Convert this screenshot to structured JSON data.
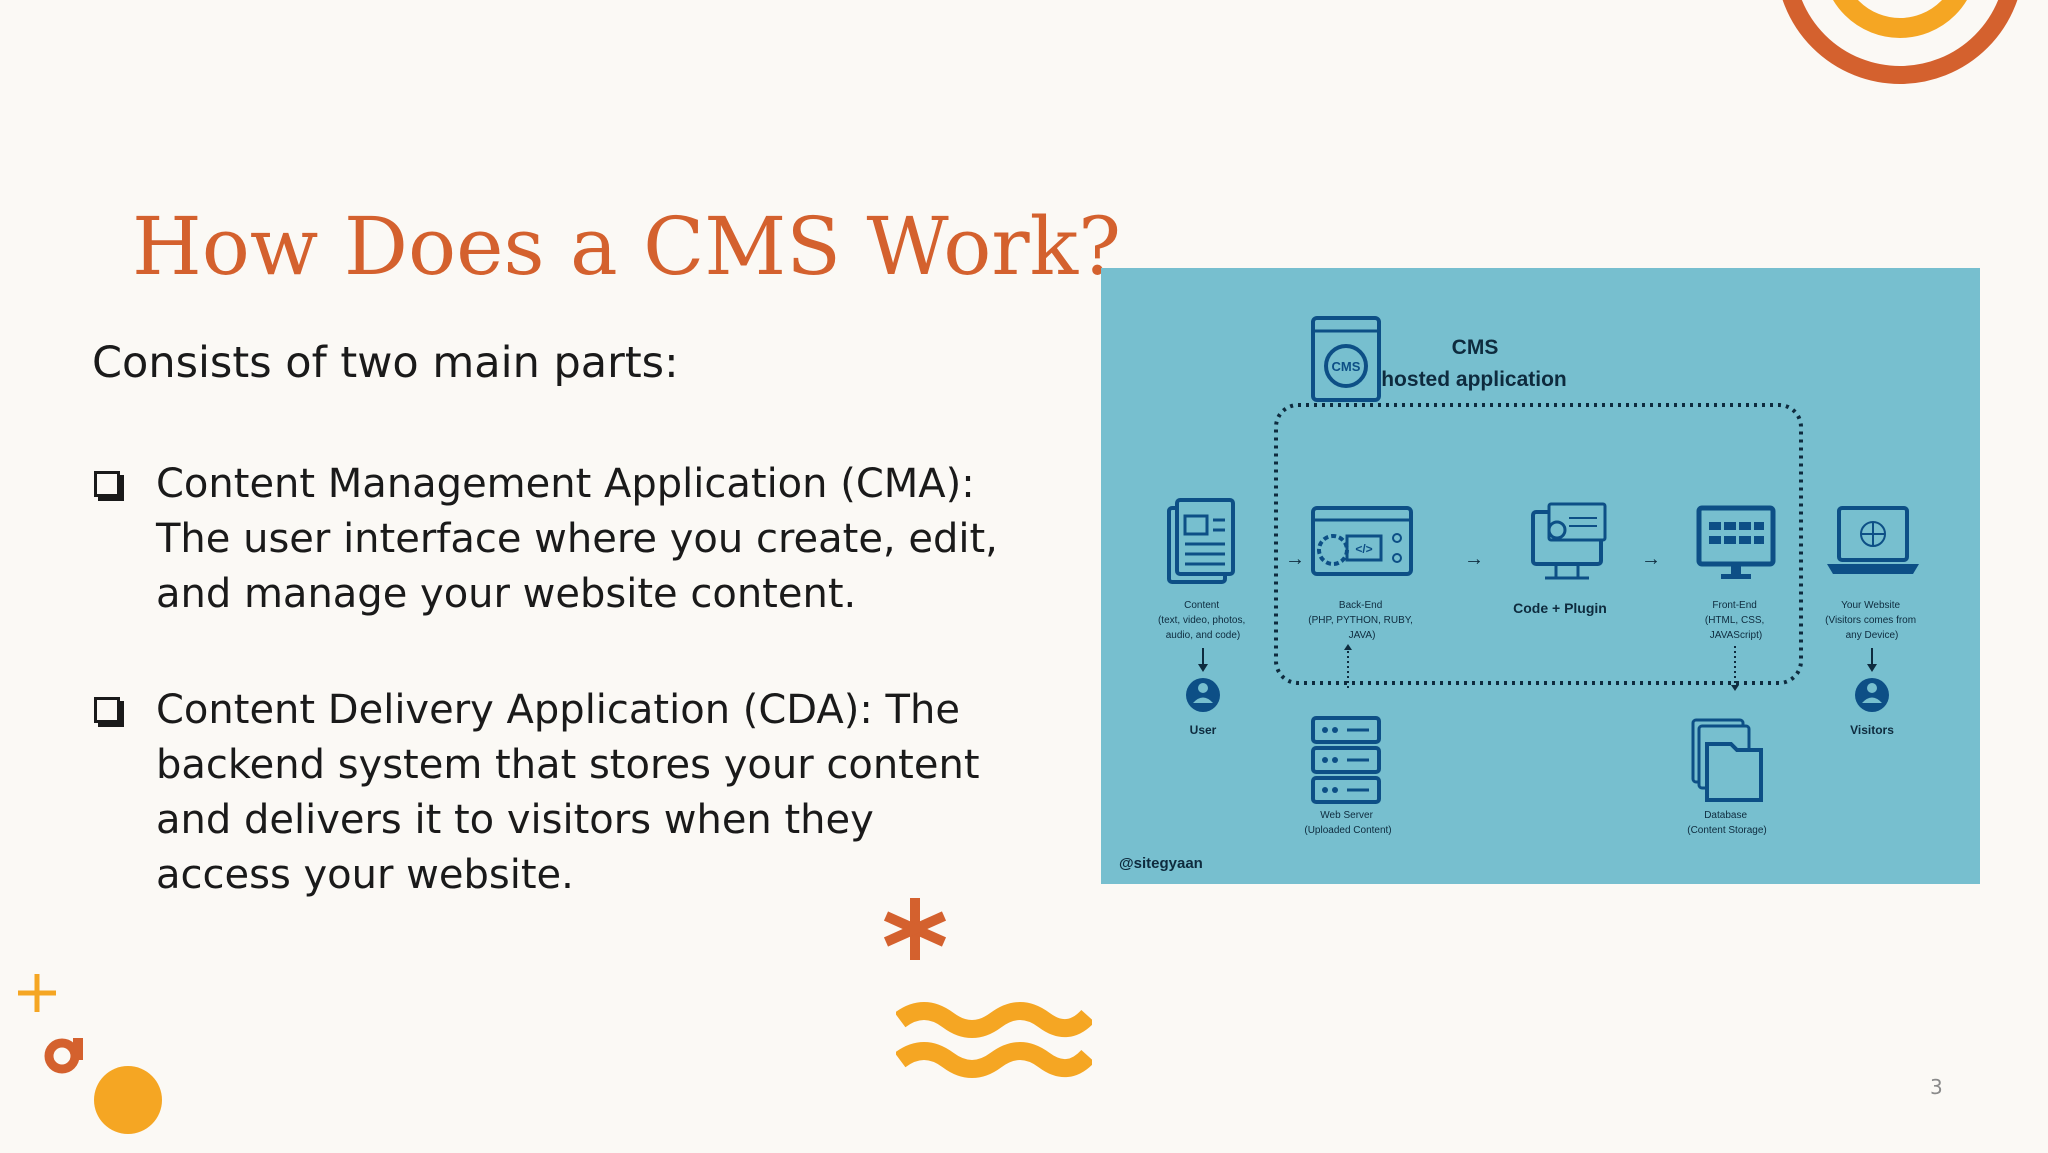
{
  "slide": {
    "title": "How Does a CMS Work?",
    "intro": "Consists of two main parts:",
    "bullets": [
      {
        "text": "Content Management Application (CMA): The user interface where you create, edit, and manage your website content."
      },
      {
        "text": "Content Delivery Application (CDA): The backend system that stores your content and delivers it to visitors when they access your website."
      }
    ],
    "page_number": "3"
  },
  "diagram": {
    "cms_title": "CMS",
    "cms_subtitle": "hosted application",
    "content_label": [
      "Content",
      "(text, video, photos,",
      "audio, and code)"
    ],
    "user_label": "User",
    "backend_label": [
      "Back-End",
      "(PHP, PYTHON, RUBY,",
      "JAVA)"
    ],
    "code_label": "Code + Plugin",
    "frontend_label": [
      "Front-End",
      "(HTML, CSS,",
      "JAVAScript)"
    ],
    "website_label": [
      "Your Website",
      "(Visitors comes from",
      "any Device)"
    ],
    "visitors_label": "Visitors",
    "webserver_label": [
      "Web Server",
      "(Uploaded Content)"
    ],
    "database_label": [
      "Database",
      "(Content Storage)"
    ],
    "credit": "@sitegyaan",
    "cms_badge": "CMS",
    "code_glyph": "</>",
    "colors": {
      "background": "#77bfcf",
      "stroke": "#0d4f86",
      "text": "#0e2b3e"
    }
  },
  "colors": {
    "title": "#d4612e",
    "accent_orange": "#d4612e",
    "accent_yellow": "#f5a623",
    "background": "#fbf9f5"
  },
  "icons": [
    "checkbox-bullet-icon",
    "asterisk-icon",
    "plus-icon",
    "ring-icon",
    "wave-icon",
    "circle-icon",
    "concentric-rings-icon"
  ]
}
